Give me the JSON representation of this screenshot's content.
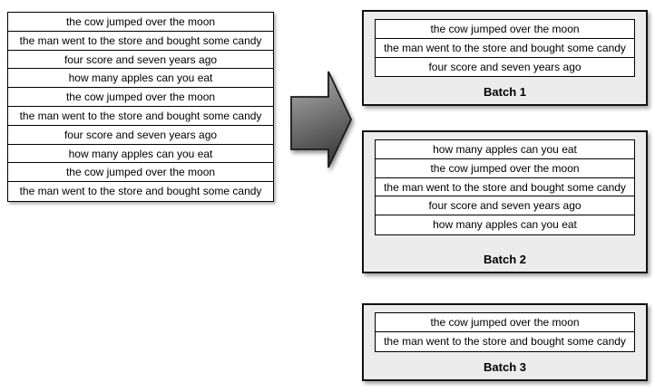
{
  "source_list": {
    "rows": [
      "the cow jumped over the moon",
      "the man went to the store and bought some candy",
      "four score and seven years ago",
      "how many apples can you eat",
      "the cow jumped over the moon",
      "the man went to the store and bought some candy",
      "four score and seven years ago",
      "how many apples can you eat",
      "the cow jumped over the moon",
      "the man went to the store and bought some candy"
    ]
  },
  "arrow": {
    "name": "right-block-arrow"
  },
  "batches": [
    {
      "label": "Batch 1",
      "rows": [
        "the cow jumped over the moon",
        "the man went to the store and bought some candy",
        "four score and seven years ago"
      ]
    },
    {
      "label": "Batch 2",
      "rows": [
        "how many apples can you eat",
        "the cow jumped over the moon",
        "the man went to the store and bought some candy",
        "four score and seven years ago",
        "how many apples can you eat"
      ]
    },
    {
      "label": "Batch 3",
      "rows": [
        "the cow jumped over the moon",
        "the man went to the store and bought some candy"
      ]
    }
  ],
  "colors": {
    "background": "#ffffff",
    "cell_background": "#ffffff",
    "batch_background": "#ececec",
    "border": "#000000",
    "arrow_top": "#b2b2b2",
    "arrow_bottom": "#404040",
    "arrow_outline": "#1a1a1a"
  }
}
